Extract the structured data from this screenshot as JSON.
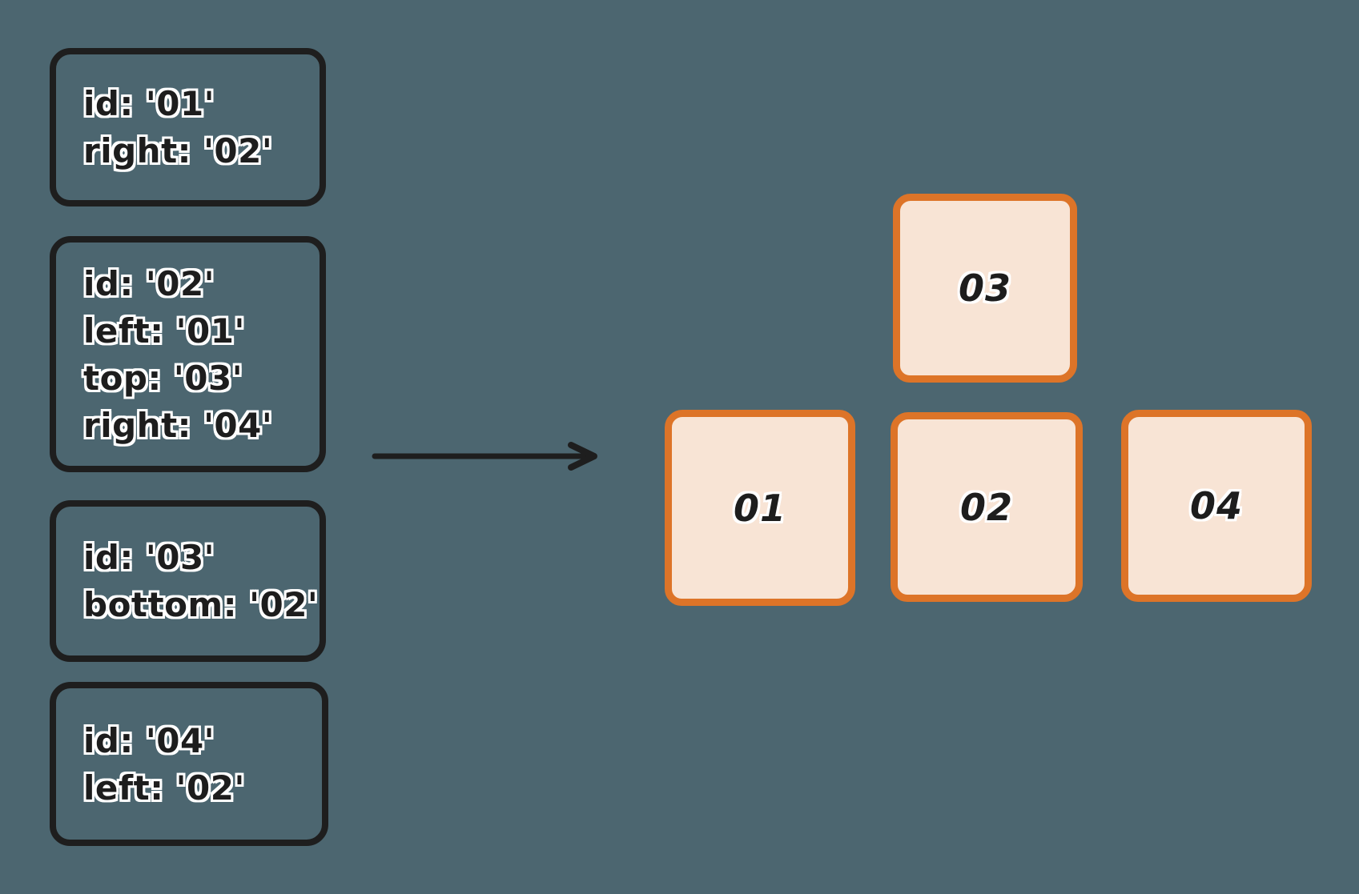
{
  "colors": {
    "background": "#4c6670",
    "definition_stroke": "#1e1e1e",
    "card_stroke": "#dd7428",
    "card_fill": "#f8e4d5",
    "text": "#1d1d1d",
    "text_halo": "#ffffff"
  },
  "definitions": [
    {
      "name": "node-01",
      "lines": [
        "id: '01'",
        "right: '02'"
      ]
    },
    {
      "name": "node-02",
      "lines": [
        "id: '02'",
        "left: '01'",
        "top: '03'",
        "right: '04'"
      ]
    },
    {
      "name": "node-03",
      "lines": [
        "id: '03'",
        "bottom: '02'"
      ]
    },
    {
      "name": "node-04",
      "lines": [
        "id: '04'",
        "left: '02'"
      ]
    }
  ],
  "arrow": {
    "icon": "right-arrow"
  },
  "cards": [
    {
      "label": "03"
    },
    {
      "label": "01"
    },
    {
      "label": "02"
    },
    {
      "label": "04"
    }
  ]
}
